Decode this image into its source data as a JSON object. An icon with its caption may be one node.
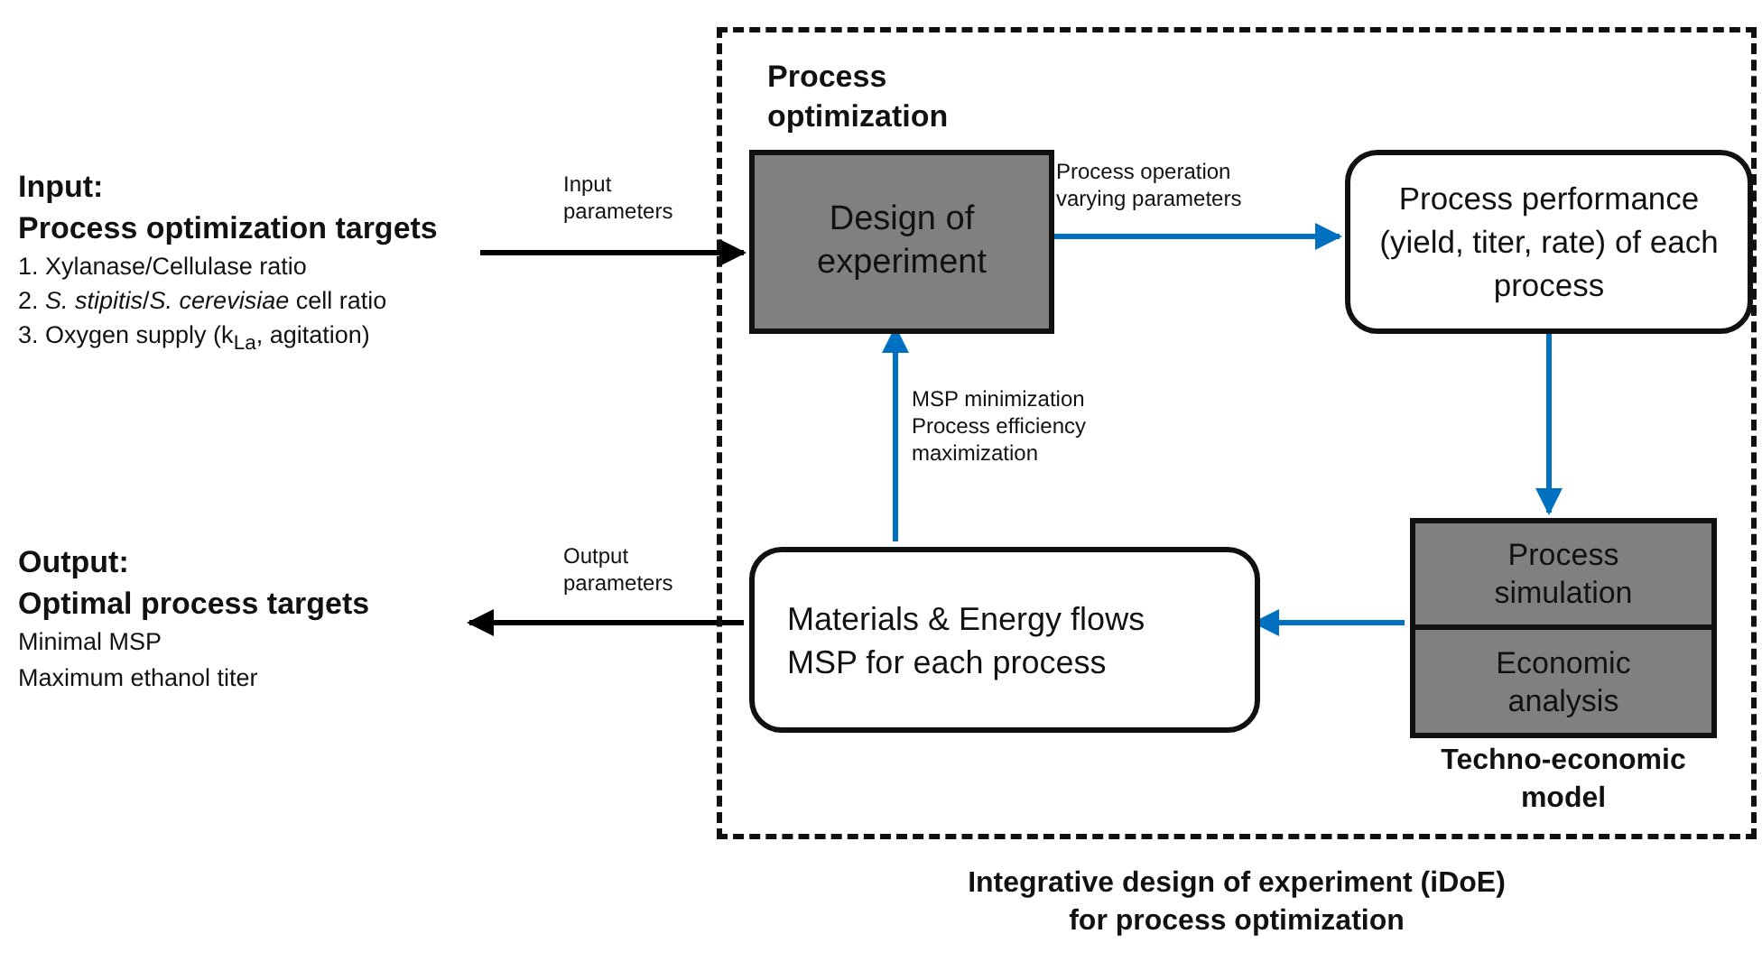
{
  "diagram": {
    "nodes": [
      {
        "text": [
          "Process optimization"
        ],
        "beside": [
          "Integrative design of experiment (iDoE) for process optimization"
        ]
      },
      {
        "text": [
          "Input:",
          "Process optimization targets",
          "1. Xylanase/Cellulase ratio",
          "2. *S. stipitis*/*S. cerevisiae* cell ratio",
          "3. Oxygen supply (k$_{La}$, agitation)"
        ]
      },
      {
        "text": [
          "Design of experiment"
        ],
        "in": 0
      },
      {
        "text": [
          "Process performance (yield, titer, rate) of each process"
        ],
        "in": 0
      },
      {
        "text": [
          "Techno-economic model"
        ],
        "in": 0
      },
      {
        "text": [
          "Process simulation"
        ],
        "in": 4
      },
      {
        "text": [
          "Economic analysis"
        ],
        "in": 4
      },
      {
        "text": [
          "Materials & Energy flows MSP for each process"
        ],
        "in": 0
      },
      {
        "text": [
          "Output:",
          "Optimal process targets",
          "Minimal MSP",
          "Maximum ethanol titer"
        ]
      }
    ],
    "edges": [
      {
        "from": 1,
        "to": 2,
        "arrow": "to",
        "label": "Input parameters",
        "color": "#000000"
      },
      {
        "from": 2,
        "to": 3,
        "arrow": "to",
        "label": "Process operation varying parameters"
      },
      {
        "from": 3,
        "to": 4,
        "arrow": "to"
      },
      {
        "from": 4,
        "to": 7,
        "arrow": "to"
      },
      {
        "from": 7,
        "to": 2,
        "arrow": "to",
        "label": "MSP minimization Process efficiency maximization"
      },
      {
        "from": 7,
        "to": 8,
        "arrow": "to",
        "label": "Output parameters",
        "color": "#000000"
      }
    ]
  }
}
